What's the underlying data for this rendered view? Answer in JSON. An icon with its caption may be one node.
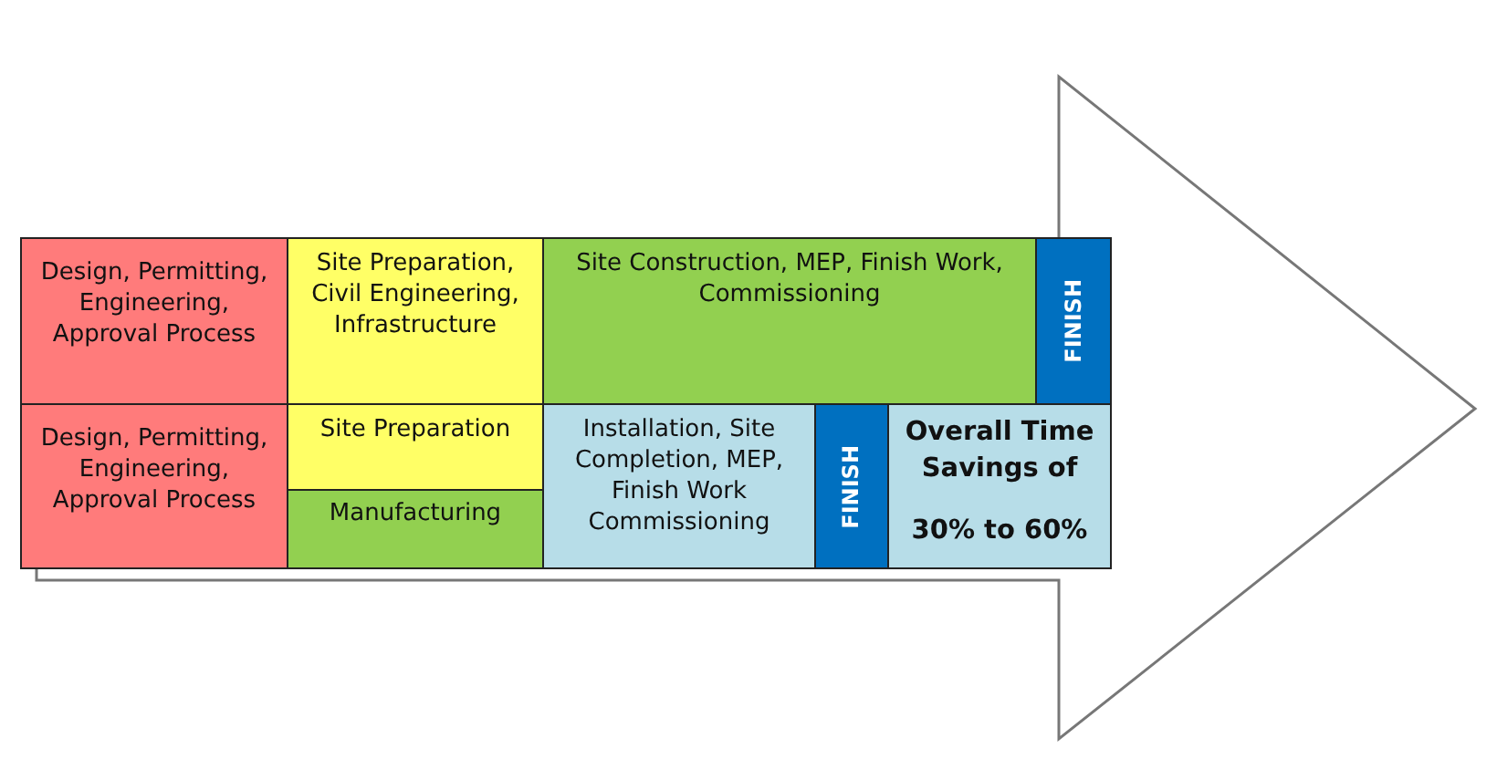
{
  "diagram": {
    "nodes": [
      {
        "text": [
          "Design, Permitting, Engineering, Approval Process"
        ]
      },
      {
        "text": [
          "Site Preparation, Civil Engineering, Infrastructure"
        ]
      },
      {
        "text": [
          "Site Construction, MEP, Finish Work, Commissioning"
        ]
      },
      {
        "text": [
          "FINISH"
        ]
      },
      {
        "text": [
          "Design, Permitting, Engineering, Approval Process"
        ]
      },
      {
        "text": [
          "Site Preparation"
        ]
      },
      {
        "text": [
          "Manufacturing"
        ]
      },
      {
        "text": [
          "Installation, Site Completion, MEP, Finish Work Commissioning"
        ]
      },
      {
        "text": [
          "FINISH"
        ]
      },
      {
        "text": [
          "Overall Time Savings of",
          "30% to 60%"
        ]
      }
    ]
  }
}
